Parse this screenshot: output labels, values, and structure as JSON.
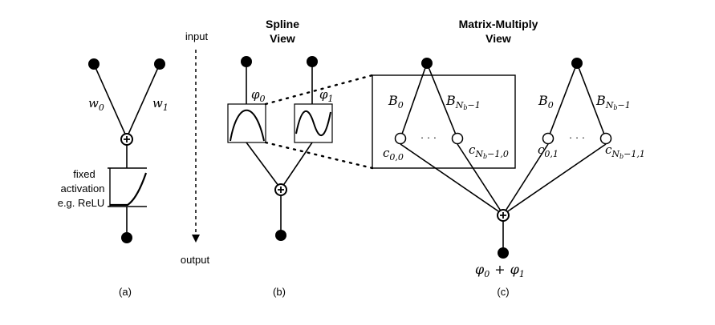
{
  "panel_a": {
    "weight_left": "w",
    "weight_left_sub": "0",
    "weight_right": "w",
    "weight_right_sub": "1",
    "activation_line1": "fixed",
    "activation_line2": "activation",
    "activation_line3": "e.g. ReLU",
    "caption": "(a)"
  },
  "flow": {
    "input_label": "input",
    "output_label": "output"
  },
  "panel_b": {
    "title_line1": "Spline",
    "title_line2": "View",
    "phi_left": "φ",
    "phi_left_sub": "0",
    "phi_right": "φ",
    "phi_right_sub": "1",
    "caption": "(b)"
  },
  "panel_c": {
    "title_line1": "Matrix-Multiply",
    "title_line2": "View",
    "basis_first": "B",
    "basis_first_sub": "0",
    "basis_last": "B",
    "basis_last_sub": "N",
    "basis_last_subsub": "b",
    "basis_last_tail": "−1",
    "ellipsis": "· · ·",
    "coef_c00": "c",
    "coef_c00_sub": "0,0",
    "coef_cN0": "c",
    "coef_cN0_sub_n": "N",
    "coef_cN0_sub_b": "b",
    "coef_cN0_sub_tail": "−1,0",
    "coef_c01": "c",
    "coef_c01_sub": "0,1",
    "coef_cN1": "c",
    "coef_cN1_sub_n": "N",
    "coef_cN1_sub_b": "b",
    "coef_cN1_sub_tail": "−1,1",
    "output_phi0": "φ",
    "output_phi0_sub": "0",
    "output_plus": "+",
    "output_phi1": "φ",
    "output_phi1_sub": "1",
    "caption": "(c)"
  }
}
